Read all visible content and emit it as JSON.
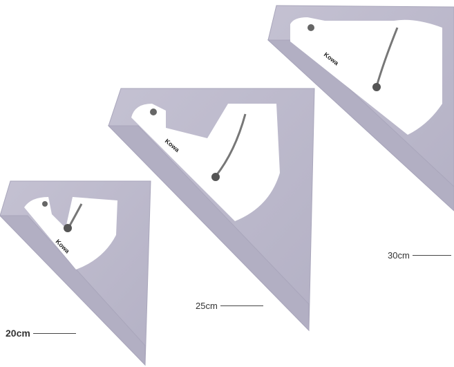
{
  "brand_logo": "Kowa",
  "sizes": [
    {
      "label": "20cm"
    },
    {
      "label": "25cm"
    },
    {
      "label": "30cm"
    }
  ],
  "colors": {
    "triangle": "#bdbacb",
    "triangle_edge": "#a8a5ba",
    "plate": "#ffffff",
    "background": "#ffffff"
  }
}
